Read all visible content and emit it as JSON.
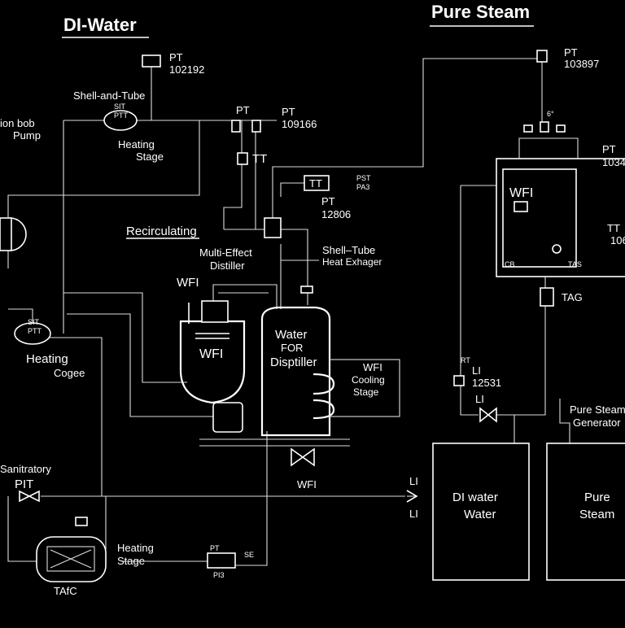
{
  "titles": {
    "di_water": "DI-Water",
    "pure_steam": "Pure Steam"
  },
  "labels": {
    "pt_102192_tag": "PT",
    "pt_102192_num": "102192",
    "shell_and_tube": "Shell-and-Tube",
    "hx_top_tag1": "SIT",
    "hx_top_tag2": "PTT",
    "ion_bob": "ion bob",
    "pump": "Pump",
    "heating_stage_top_1": "Heating",
    "heating_stage_top_2": "Stage",
    "pt_mid": "PT",
    "pt_109166_tag": "PT",
    "pt_109166_num": "109166",
    "tt_mid": "TT",
    "tt_box": "TT",
    "pst_tag": "PST",
    "pa3_tag": "PA3",
    "pt_12806_tag": "PT",
    "pt_12806_num": "12806",
    "recirculating": "Recirculating",
    "multi_effect": "Multi-Effect",
    "distiller": "Distiller",
    "shell_tube_1": "Shell–Tube",
    "shell_tube_2": "Heat Exhager",
    "wfi_left": "WFI",
    "wfi_tank": "WFI",
    "water_for_1": "Water",
    "water_for_2": "FOR",
    "water_for_3": "Disptiller",
    "wfi_cooling_1": "WFI",
    "wfi_cooling_2": "Cooling",
    "wfi_cooling_3": "Stage",
    "hx_left_tag1": "SIT",
    "hx_left_tag2": "PTT",
    "heating_left": "Heating",
    "cogee_left": "Cogee",
    "sanitary": "Sanitratory",
    "pit": "PIT",
    "wfi_line": "WFI",
    "heating_stage_bot_1": "Heating",
    "heating_stage_bot_2": "Stage",
    "tafc": "TAfC",
    "pt_bottom": "PT",
    "pi3_bottom": "PI3",
    "se_bottom": "SE",
    "li_arrow_top": "LI",
    "li_arrow_bot": "LI",
    "pt_103897_tag": "PT",
    "pt_103897_num": "103897",
    "steam_small": "6°",
    "pt_right_tag": "PT",
    "pt_right_num": "1034",
    "wfi_right": "WFI",
    "tt_right_tag": "TT",
    "tt_right_num": "106",
    "cb_tag": "CB",
    "tas_tag": "TAS",
    "tag": "TAG",
    "rt_small": "RT",
    "li_12531_tag": "LI",
    "li_12531_num": "12531",
    "li_lower": "LI",
    "di_water_box_1": "DI water",
    "di_water_box_2": "Water",
    "pure_steam_box_1": "Pure",
    "pure_steam_box_2": "Steam",
    "psg_1": "Pure Steam",
    "psg_2": "Generator"
  }
}
